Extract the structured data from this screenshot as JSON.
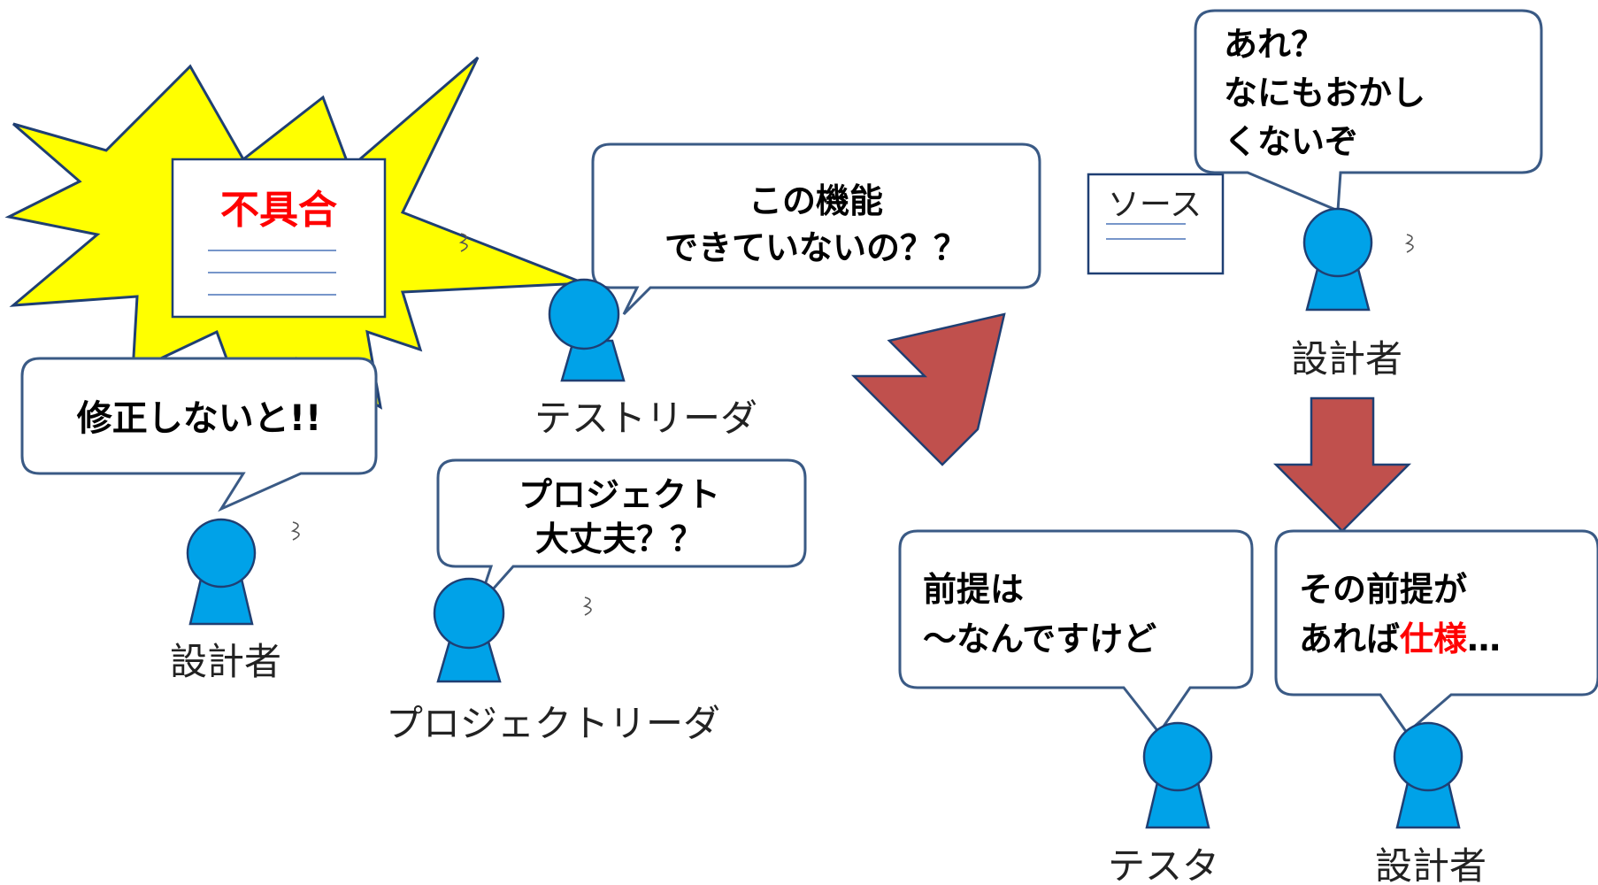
{
  "colors": {
    "person": "#00a2e8",
    "person_outline": "#1f3f73",
    "bubble_border": "#3a5a85",
    "explosion_fill": "#ffff00",
    "explosion_border": "#1f3f73",
    "arrow_fill": "#c0504d",
    "arrow_border": "#1f3f73",
    "emphasis_red": "#ff0000",
    "doc_line": "#4a74b8"
  },
  "icons": {
    "person": "person-icon",
    "sweat": "sweat-mark-icon",
    "document": "document-icon",
    "explosion": "explosion-icon",
    "arrow": "block-arrow-icon"
  },
  "left": {
    "bug_doc_title": "不具合",
    "designer_speech": "修正しないと!!",
    "designer_name": "設計者",
    "test_leader_speech_lines": [
      "この機能",
      "できていないの？？"
    ],
    "test_leader_name": "テストリーダ",
    "project_leader_speech_lines": [
      "プロジェクト",
      "大丈夫？？"
    ],
    "project_leader_name": "プロジェクトリーダ"
  },
  "right": {
    "source_doc_title": "ソース",
    "designer_top_speech_lines": [
      "あれ？",
      "なにもおかし",
      "くないぞ"
    ],
    "designer_top_name": "設計者",
    "tester_speech_lines": [
      "前提は",
      "～なんですけど"
    ],
    "tester_name": "テスタ",
    "designer_bottom_speech_line1": "その前提が",
    "designer_bottom_speech_line2_prefix": "あれば",
    "designer_bottom_speech_line2_emphasis": "仕様",
    "designer_bottom_speech_line2_suffix": "…",
    "designer_bottom_name": "設計者"
  }
}
